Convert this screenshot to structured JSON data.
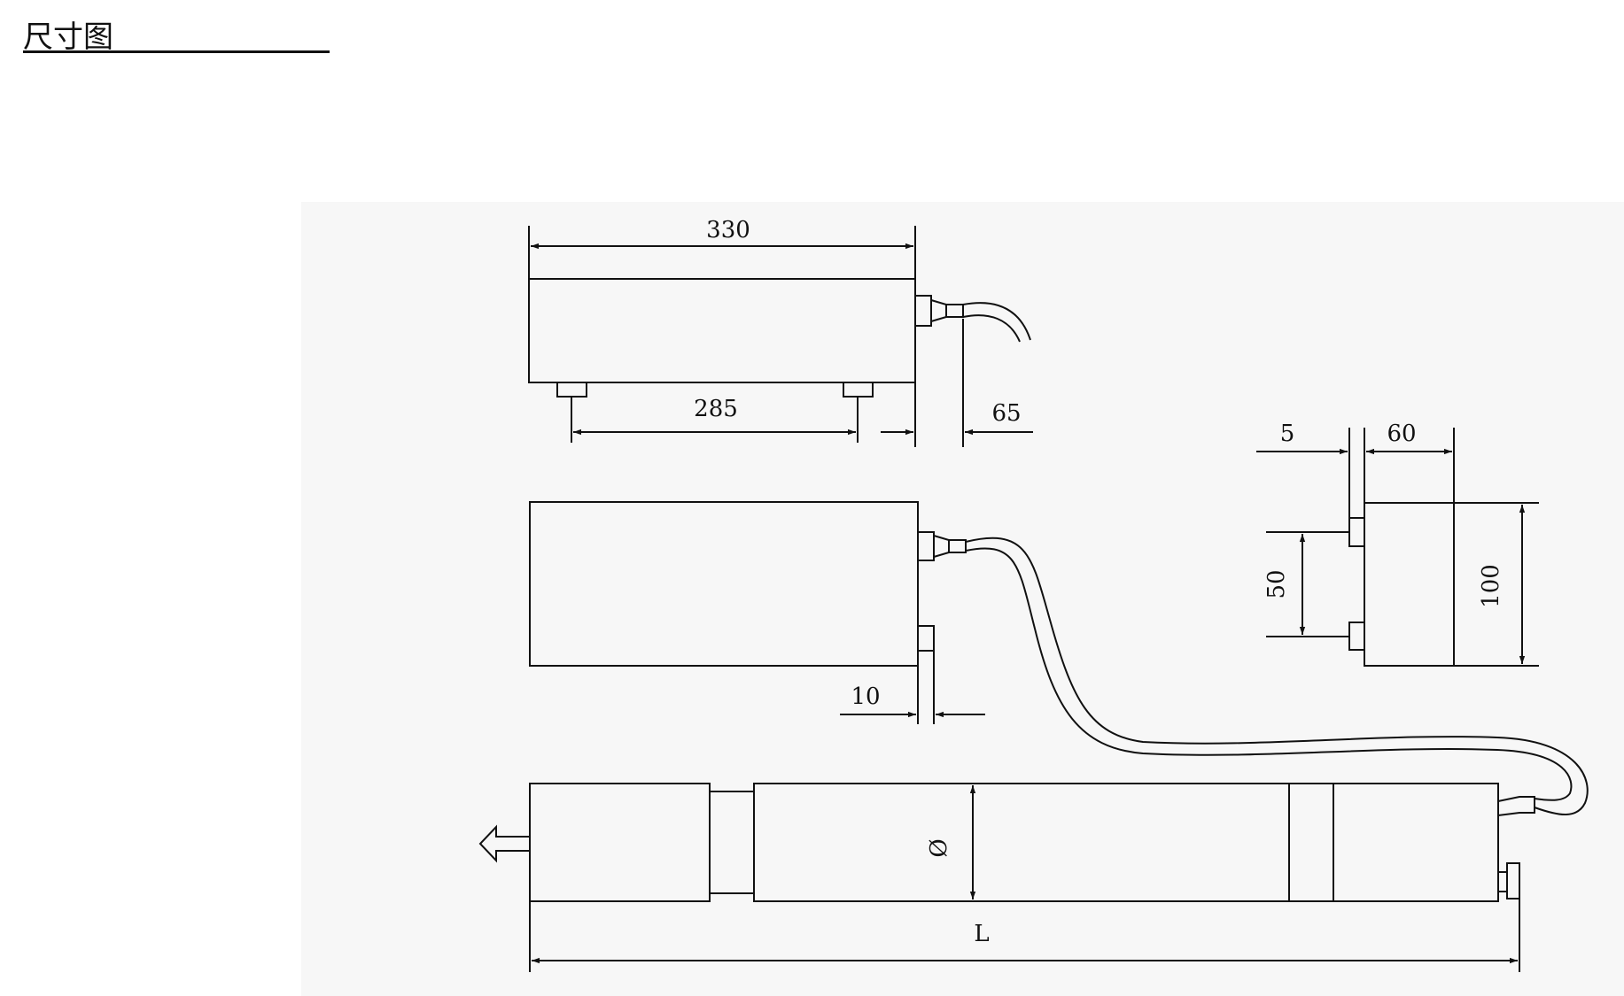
{
  "page": {
    "title": "尺寸图"
  },
  "diagram": {
    "top_view": {
      "dim_length": "330",
      "dim_feet_spacing": "285",
      "dim_connector": "65"
    },
    "middle_view": {
      "dim_offset": "10"
    },
    "side_view": {
      "dim_foot": "5",
      "dim_depth": "60",
      "dim_feet_spacing": "50",
      "dim_height": "100"
    },
    "bottom_view": {
      "dim_diameter": "Ø",
      "dim_total_length": "L"
    }
  }
}
